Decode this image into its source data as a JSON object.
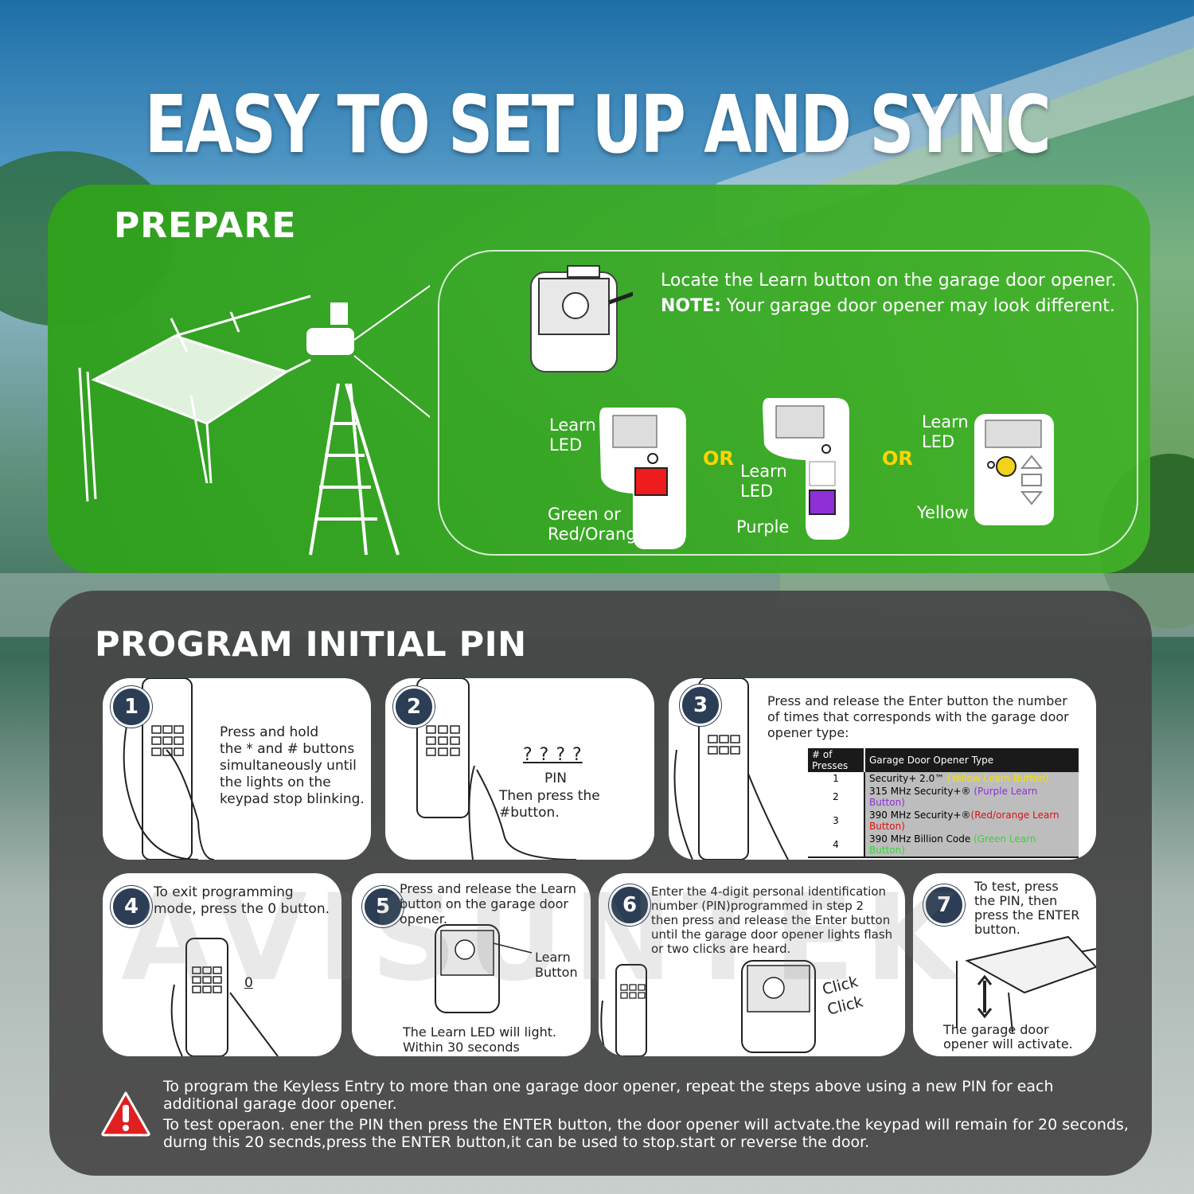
{
  "title": "EASY TO SET UP AND SYNC",
  "prepare": {
    "heading": "PREPARE",
    "locate_text": "Locate the Learn button on the garage door opener.",
    "note_label": "NOTE:",
    "note_text": "Your garage door opener may look different.",
    "or_label": "OR",
    "panel1": {
      "top_label_1": "Learn",
      "top_label_2": "LED",
      "bottom_label_1": "Green or",
      "bottom_label_2": "Red/Orange",
      "button_color": "#ee1c1c"
    },
    "panel2": {
      "top_label_1": "Learn",
      "top_label_2": "LED",
      "bottom_label": "Purple",
      "button_color": "#8e2fd8"
    },
    "panel3": {
      "top_label_1": "Learn",
      "top_label_2": "LED",
      "bottom_label": "Yellow",
      "button_color": "#f2d21b"
    }
  },
  "program": {
    "heading": "PROGRAM INITIAL PIN",
    "steps": [
      {
        "num": "1",
        "lines": [
          "Press and hold",
          "the * and # buttons",
          "simultaneously until",
          "the lights on the",
          "keypad stop blinking."
        ]
      },
      {
        "num": "2",
        "pin_marks": "? ? ? ?",
        "pin_label": "PIN",
        "lines": [
          "Then press the #button."
        ]
      },
      {
        "num": "3",
        "lines": [
          "Press and release the Enter button the number",
          "of times that corresponds with the garage door",
          "opener type:"
        ],
        "table_headers": [
          "# of Presses",
          "Garage Door Opener Type"
        ],
        "table_rows": [
          {
            "presses": "1",
            "type": "Security+ 2.0™",
            "note": "(Yellow Learn Button)",
            "note_color": "#f5e100"
          },
          {
            "presses": "2",
            "type": "315 MHz Security+®",
            "note": "(Purple Learn Button)",
            "note_color": "#8e2fd8"
          },
          {
            "presses": "3",
            "type": "390 MHz Security+®",
            "note": "(Red/orange Learn Button)",
            "note_color": "#e01010"
          },
          {
            "presses": "4",
            "type": "390 MHz Billion Code",
            "note": "(Green Learn Button)",
            "note_color": "#39d33a"
          }
        ]
      },
      {
        "num": "4",
        "lines": [
          "To exit programming",
          "mode, press the 0 button."
        ],
        "digit": "0"
      },
      {
        "num": "5",
        "lines": [
          "Press and release the Learn",
          "button on the garage door",
          "opener."
        ],
        "learn_label_1": "Learn",
        "learn_label_2": "Button",
        "bottom_lines": [
          "The Learn LED will light.",
          "Within 30 seconds"
        ]
      },
      {
        "num": "6",
        "lines": [
          "Enter the 4-digit personal identification",
          "number (PIN)programmed in step 2",
          "then press and release the Enter button",
          "until the garage door opener lights flash",
          "or two clicks are heard."
        ],
        "click_1": "Click",
        "click_2": "Click"
      },
      {
        "num": "7",
        "lines": [
          "To test, press",
          "the PIN, then",
          "press the ENTER",
          "button."
        ],
        "bottom_lines": [
          "The garage door",
          "opener will activate."
        ]
      }
    ],
    "warning_1": [
      "To program the Keyless Entry to more than one garage door opener, repeat the steps above using a new PIN for each",
      "additional garage door opener."
    ],
    "warning_2": [
      "To test operaon. ener the PIN then press the ENTER button, the door opener will actvate.the keypad will remain for 20 seconds,",
      "durng this 20 secnds,press the ENTER button,it can be used to stop.start or reverse the door."
    ],
    "watermark": "AVISUNTEK"
  }
}
